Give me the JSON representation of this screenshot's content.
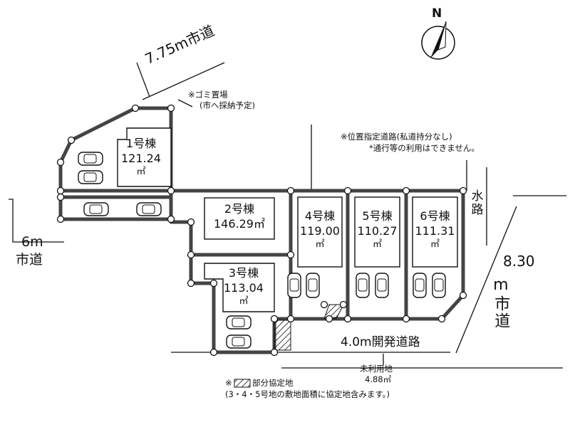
{
  "compass": {
    "label": "N"
  },
  "roads": {
    "top": "7.75m市道",
    "left_width": "6m",
    "left_name": "市道",
    "right_width": "8.30",
    "right_name": "m市道",
    "dev_road": "4.0m開発道路",
    "waterway": "水路"
  },
  "notes": {
    "garbage_1": "※ゴミ置場",
    "garbage_2": "(市へ採納予定)",
    "position_road_1": "※位置指定道路(私道持分なし)",
    "position_road_2": "*通行等の利用はできません。",
    "partial_1": "部分協定地",
    "partial_prefix": "※",
    "partial_2": "(3・4・5号地の敷地面積に協定地含みます。)",
    "unused_1": "未利用地",
    "unused_2": "4.88㎡"
  },
  "buildings": [
    {
      "name": "1号棟",
      "area": "121.24",
      "unit": "㎡"
    },
    {
      "name": "2号棟",
      "area": "146.29㎡"
    },
    {
      "name": "3号棟",
      "area": "113.04",
      "unit": "㎡"
    },
    {
      "name": "4号棟",
      "area": "119.00",
      "unit": "㎡"
    },
    {
      "name": "5号棟",
      "area": "110.27",
      "unit": "㎡"
    },
    {
      "name": "6号棟",
      "area": "111.31",
      "unit": "㎡"
    }
  ],
  "colors": {
    "lot_border": "#444444",
    "line": "#111111",
    "fill": "#ffffff"
  }
}
